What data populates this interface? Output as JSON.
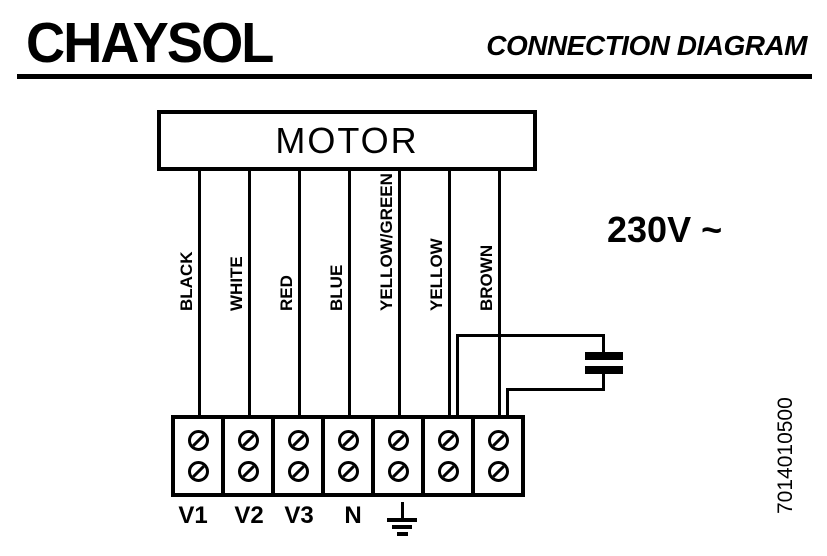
{
  "header": {
    "brand": "CHAYSOL",
    "title": "CONNECTION DIAGRAM"
  },
  "motor": {
    "label": "MOTOR"
  },
  "voltage": {
    "label": "230V ~"
  },
  "wires": [
    {
      "label": "BLACK"
    },
    {
      "label": "WHITE"
    },
    {
      "label": "RED"
    },
    {
      "label": "BLUE"
    },
    {
      "label": "YELLOW/GREEN"
    },
    {
      "label": "YELLOW"
    },
    {
      "label": "BROWN"
    }
  ],
  "terminal_block": {
    "terminal_count": 7,
    "screws_per_terminal": 2,
    "labels": [
      "V1",
      "V2",
      "V3",
      "N"
    ],
    "ground_symbol_terminal": 5
  },
  "part_number": "7014010500",
  "colors": {
    "ink": "#000000",
    "background": "#ffffff"
  }
}
